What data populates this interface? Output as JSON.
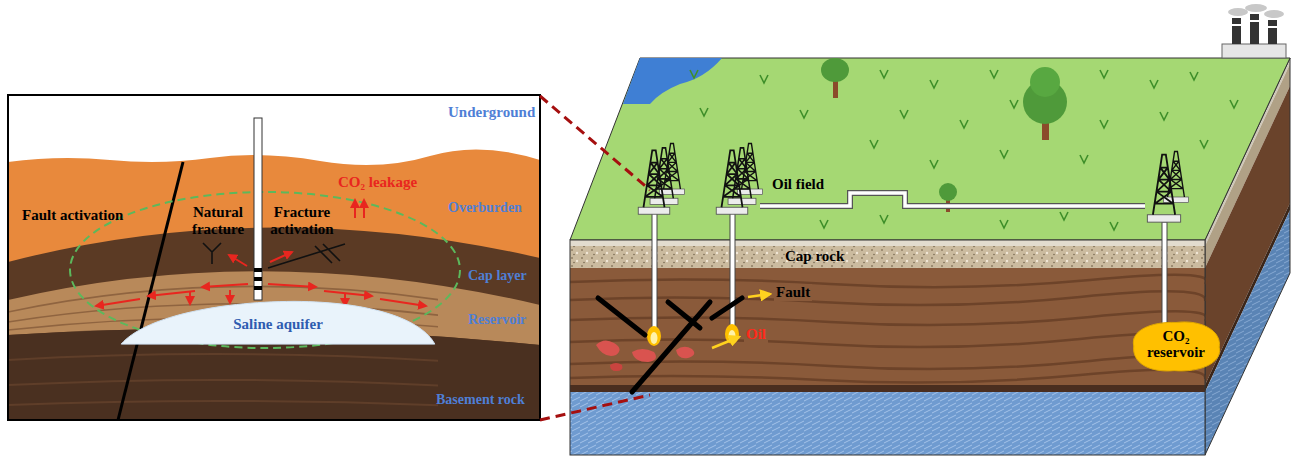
{
  "diagram": {
    "nodes": [
      {
        "text": [
          "Saline aquifer"
        ]
      },
      {
        "text": [
          "CO₂ reservoir"
        ]
      }
    ],
    "labels": [
      "Underground",
      "Fault activation",
      "Natural fracture",
      "Fracture activation",
      "CO₂ leakage",
      "Overburden",
      "Cap layer",
      "Reservoir",
      "Basement rock",
      "Oil field",
      "Cap rock",
      "Fault",
      "Oil"
    ]
  }
}
